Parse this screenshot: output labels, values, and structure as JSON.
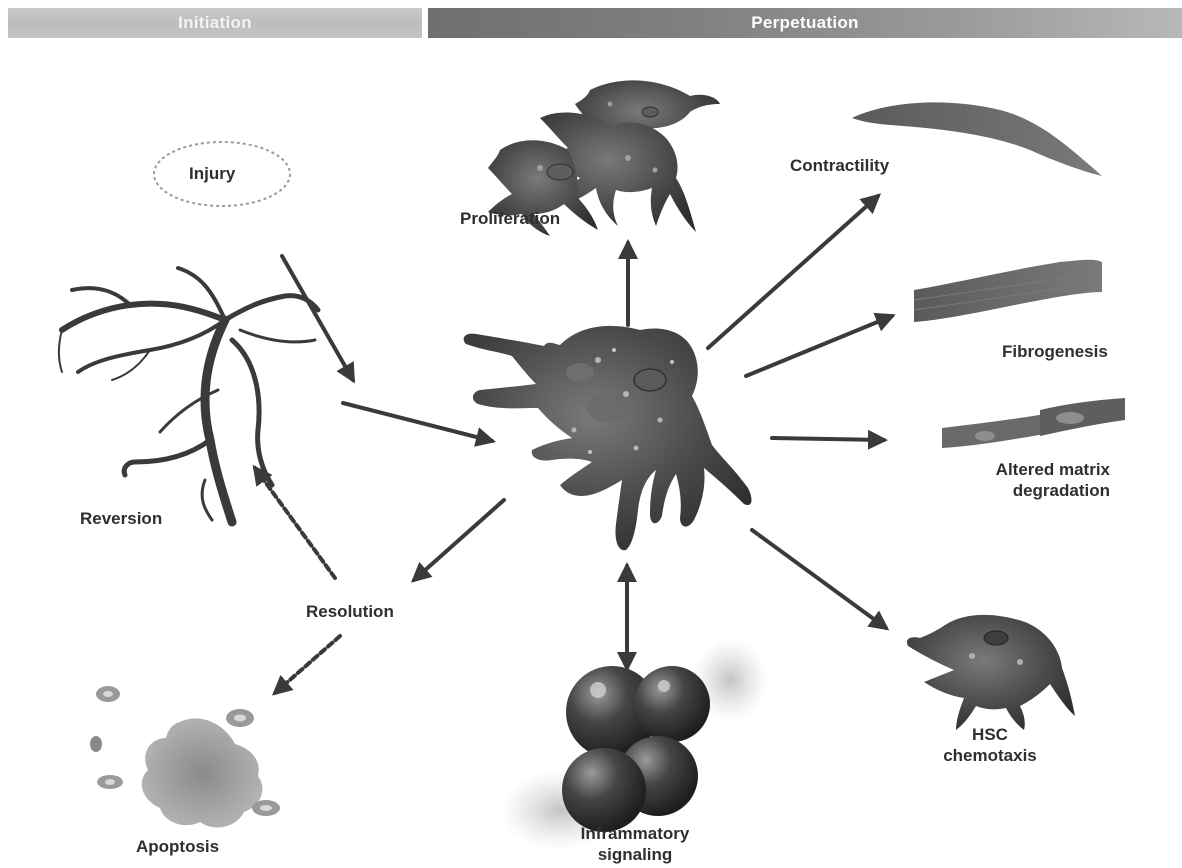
{
  "phases": {
    "initiation": "Initiation",
    "perpetuation": "Perpetuation"
  },
  "labels": {
    "injury": "Injury",
    "proliferation": "Proliferation",
    "contractility": "Contractility",
    "fibrogenesis": "Fibrogenesis",
    "altered_matrix_line1": "Altered matrix",
    "altered_matrix_line2": "degradation",
    "hsc_line1": "HSC",
    "hsc_line2": "chemotaxis",
    "reversion": "Reversion",
    "resolution": "Resolution",
    "apoptosis": "Apoptosis",
    "inflammatory_line1": "Inframmatory",
    "inflammatory_line2": "signaling"
  },
  "colors": {
    "arrow": "#3a3a3a",
    "cell_dark": "#3c3c3c",
    "cell_mid": "#5a5a5a",
    "cell_light": "#8a8a8a",
    "apoptotic": "#8c8c8c"
  }
}
